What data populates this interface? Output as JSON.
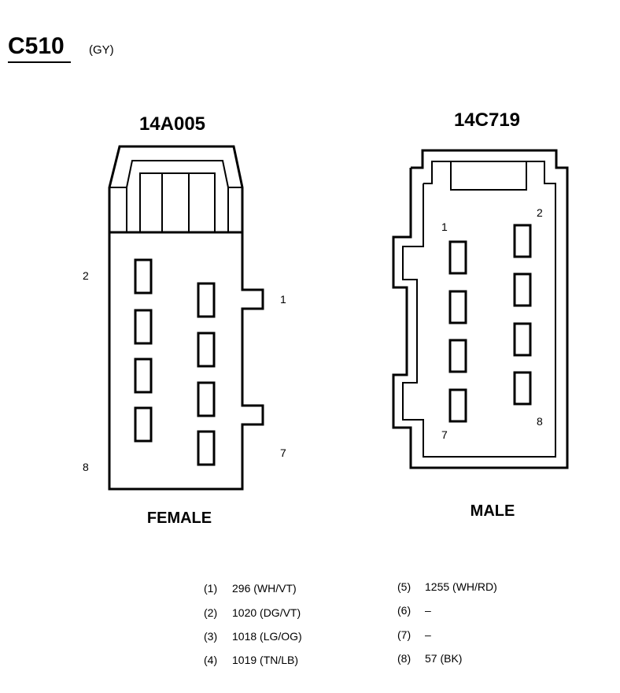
{
  "connector": {
    "id": "C510",
    "color_code": "(GY)"
  },
  "female": {
    "part_number": "14A005",
    "gender_label": "FEMALE",
    "pin_labels": [
      "2",
      "1",
      "8",
      "7"
    ]
  },
  "male": {
    "part_number": "14C719",
    "gender_label": "MALE",
    "pin_labels": [
      "1",
      "2",
      "7",
      "8"
    ]
  },
  "pinout": {
    "left": [
      {
        "pin": "(1)",
        "circuit": "296 (WH/VT)"
      },
      {
        "pin": "(2)",
        "circuit": "1020 (DG/VT)"
      },
      {
        "pin": "(3)",
        "circuit": "1018 (LG/OG)"
      },
      {
        "pin": "(4)",
        "circuit": "1019 (TN/LB)"
      }
    ],
    "right": [
      {
        "pin": "(5)",
        "circuit": "1255 (WH/RD)"
      },
      {
        "pin": "(6)",
        "circuit": "–"
      },
      {
        "pin": "(7)",
        "circuit": "–"
      },
      {
        "pin": "(8)",
        "circuit": "57 (BK)"
      }
    ]
  }
}
